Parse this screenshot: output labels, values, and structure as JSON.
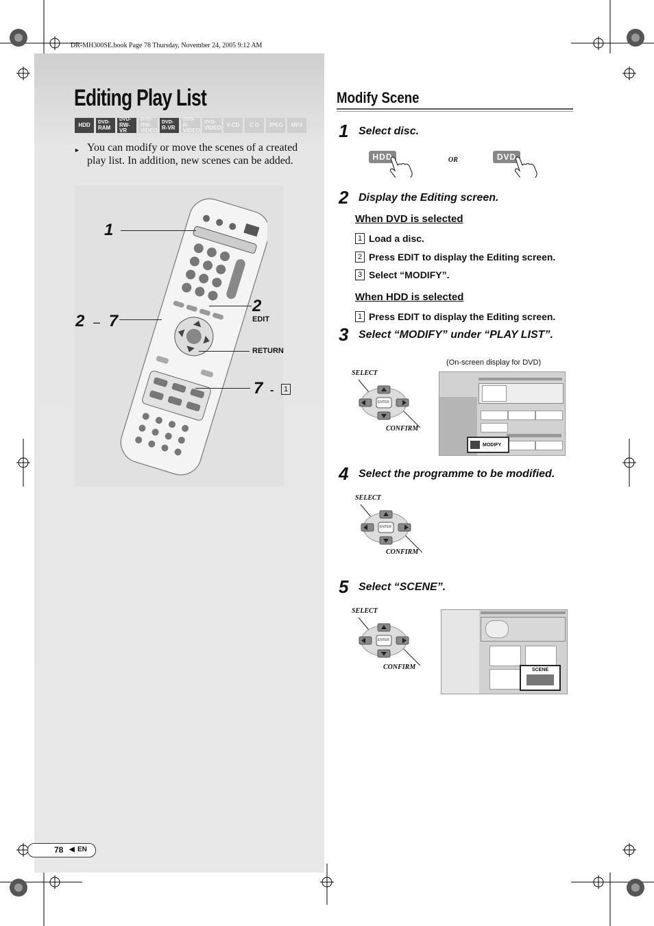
{
  "header": {
    "file_info": "DR-MH300SE.book  Page 78  Thursday, November 24, 2005  9:12 AM"
  },
  "page_title": "Editing Play List",
  "badges": [
    {
      "line1": "",
      "line2": "HDD",
      "active": true
    },
    {
      "line1": "DVD-",
      "line2": "RAM",
      "active": true
    },
    {
      "line1": "DVD-",
      "line2": "RW-VR",
      "active": true
    },
    {
      "line1": "DVD-",
      "line2": "RW-VIDEO",
      "active": false
    },
    {
      "line1": "DVD-",
      "line2": "R-VR",
      "active": true
    },
    {
      "line1": "DVD-",
      "line2": "R-VIDEO",
      "active": false
    },
    {
      "line1": "DVD-",
      "line2": "VIDEO",
      "active": false
    },
    {
      "line1": "",
      "line2": "V-CD",
      "active": false
    },
    {
      "line1": "",
      "line2": "C D",
      "active": false
    },
    {
      "line1": "",
      "line2": "JPEG",
      "active": false
    },
    {
      "line1": "",
      "line2": "MP3",
      "active": false
    }
  ],
  "intro": "You can modify or move the scenes of a created play list. In addition, new scenes can be added.",
  "remote_callouts": {
    "c1": "1",
    "c2": "2",
    "c2_label": "EDIT",
    "c27_a": "2",
    "c27_dash": "–",
    "c27_b": "7",
    "return_label": "RETURN",
    "c7": "7",
    "c7_dash": "-",
    "c7_box": "1"
  },
  "section": {
    "title": "Modify Scene"
  },
  "steps": {
    "s1": {
      "num": "1",
      "text": "Select disc.",
      "btn_hdd": "HDD",
      "or": "OR",
      "btn_dvd": "DVD"
    },
    "s2": {
      "num": "2",
      "text": "Display the Editing screen.",
      "dvd_head": "When DVD is selected",
      "dvd_items": [
        {
          "n": "1",
          "t": "Load a disc."
        },
        {
          "n": "2",
          "t": "Press EDIT to display the Editing screen."
        },
        {
          "n": "3",
          "t": "Select “MODIFY”."
        }
      ],
      "hdd_head": "When HDD is selected",
      "hdd_items": [
        {
          "n": "1",
          "t": "Press EDIT to display the Editing screen."
        }
      ]
    },
    "s3": {
      "num": "3",
      "text": "Select “MODIFY” under “PLAY LIST”.",
      "osd_note": "(On-screen display for DVD)",
      "select": "SELECT",
      "confirm": "CONFIRM",
      "enter": "ENTER",
      "modify": "MODIFY"
    },
    "s4": {
      "num": "4",
      "text": "Select the programme to be modified.",
      "select": "SELECT",
      "confirm": "CONFIRM",
      "enter": "ENTER"
    },
    "s5": {
      "num": "5",
      "text": "Select “SCENE”.",
      "select": "SELECT",
      "confirm": "CONFIRM",
      "enter": "ENTER",
      "scene": "SCENE"
    }
  },
  "footer": {
    "page": "78",
    "lang": "EN"
  }
}
